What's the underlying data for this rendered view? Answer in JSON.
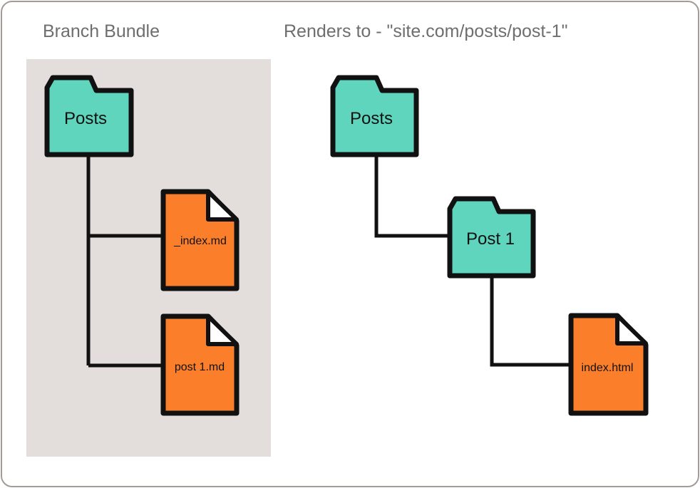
{
  "headings": {
    "left": "Branch Bundle",
    "right": "Renders to - \"site.com/posts/post-1\""
  },
  "left_tree": {
    "root_folder": "Posts",
    "files": [
      "_index.md",
      "post 1.md"
    ]
  },
  "right_tree": {
    "root_folder": "Posts",
    "sub_folder": "Post 1",
    "file": "index.html"
  },
  "colors": {
    "folder": "#5fd5bd",
    "file": "#fb7f2a",
    "outline": "#111111",
    "panel": "#e3dedb",
    "frame": "#a49a98"
  },
  "icons": [
    "folder-icon",
    "file-icon"
  ]
}
